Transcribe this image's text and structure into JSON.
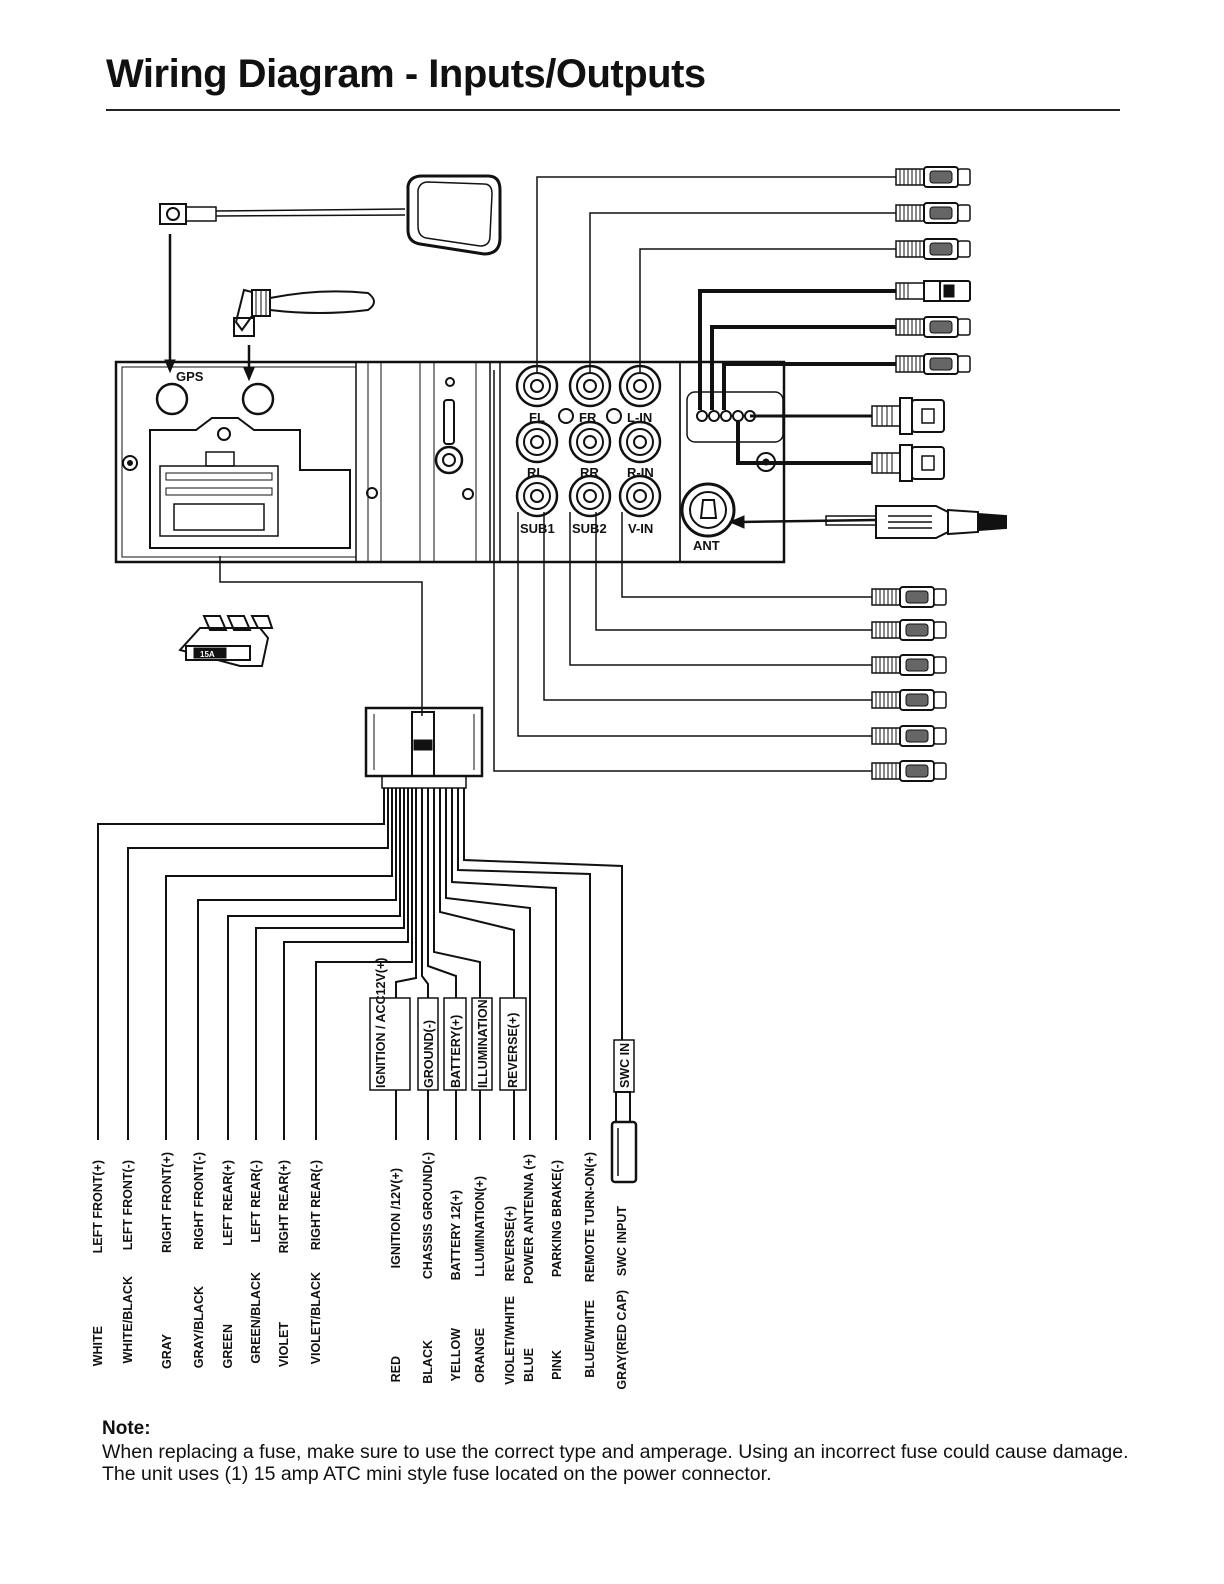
{
  "title": "Wiring Diagram - Inputs/Outputs",
  "unit_labels": {
    "gps": "GPS",
    "ant": "ANT",
    "fuse": "15A",
    "ports": [
      "FL",
      "FR",
      "L-IN",
      "RL",
      "RR",
      "R-IN",
      "SUB1",
      "SUB2",
      "V-IN"
    ]
  },
  "harness_boxes": [
    "IGNITION / ACC12V(+)",
    "GROUND(-)",
    "BATTERY(+)",
    "ILLUMINATION",
    "REVERSE(+)",
    "SWC IN"
  ],
  "wires": [
    {
      "color": "WHITE",
      "function": "LEFT FRONT(+)"
    },
    {
      "color": "WHITE/BLACK",
      "function": "LEFT FRONT(-)"
    },
    {
      "color": "GRAY",
      "function": "RIGHT FRONT(+)"
    },
    {
      "color": "GRAY/BLACK",
      "function": "RIGHT FRONT(-)"
    },
    {
      "color": "GREEN",
      "function": "LEFT REAR(+)"
    },
    {
      "color": "GREEN/BLACK",
      "function": "LEFT REAR(-)"
    },
    {
      "color": "VIOLET",
      "function": "RIGHT REAR(+)"
    },
    {
      "color": "VIOLET/BLACK",
      "function": "RIGHT REAR(-)"
    },
    {
      "color": "RED",
      "function": "IGNITION /12V(+)"
    },
    {
      "color": "BLACK",
      "function": "CHASSIS GROUND(-)"
    },
    {
      "color": "YELLOW",
      "function": "BATTERY 12(+)"
    },
    {
      "color": "ORANGE",
      "function": "LLUMINATION(+)"
    },
    {
      "color": "VIOLET/WHITE",
      "function": "REVERSE(+)"
    },
    {
      "color": "BLUE",
      "function": "POWER ANTENNA (+)"
    },
    {
      "color": "PINK",
      "function": "PARKING BRAKE(-)"
    },
    {
      "color": "BLUE/WHITE",
      "function": "REMOTE TURN-ON(+)"
    },
    {
      "color": "GRAY(RED CAP)",
      "function": "SWC INPUT"
    }
  ],
  "note": {
    "heading": "Note:",
    "body": "When replacing a fuse,  make sure to use the correct type and amperage. Using an incorrect fuse could cause damage. The unit uses (1) 15 amp ATC mini style fuse located on the power connector."
  }
}
